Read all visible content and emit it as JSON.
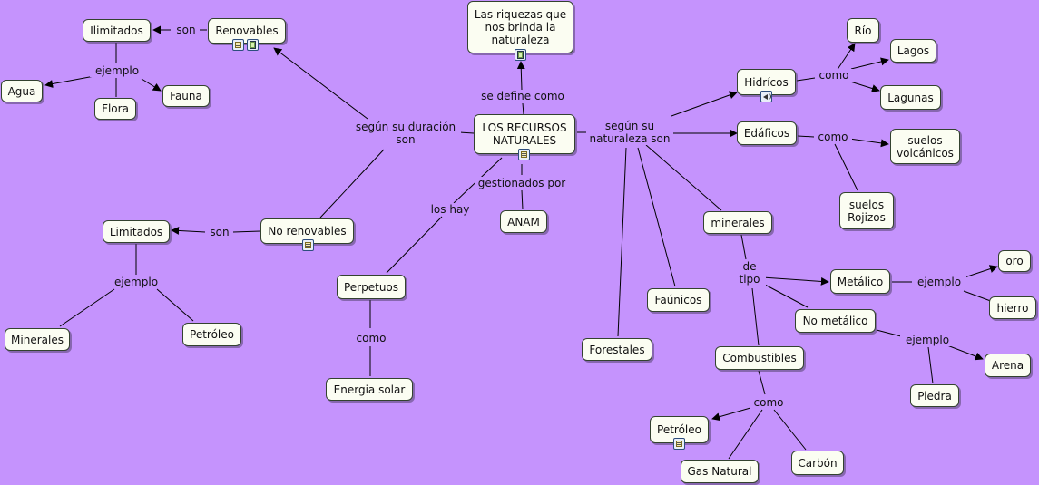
{
  "nodes": {
    "riquezas": "Las riquezas que\nnos brinda la\nnaturaleza",
    "recursos": "LOS RECURSOS\nNATURALES",
    "anam": "ANAM",
    "renovables": "Renovables",
    "ilimitados": "Ilimitados",
    "agua": "Agua",
    "flora": "Flora",
    "fauna": "Fauna",
    "no_renovables": "No renovables",
    "limitados": "Limitados",
    "minerales_l": "Minerales",
    "petroleo_l": "Petróleo",
    "perpetuos": "Perpetuos",
    "energia_solar": "Energia solar",
    "hidricos": "Hidrícos",
    "rio": "Río",
    "lagos": "Lagos",
    "lagunas": "Lagunas",
    "edaficos": "Edáficos",
    "suelos_volcanicos": "suelos\nvolcánicos",
    "suelos_rojizos": "suelos\nRojizos",
    "minerales_r": "minerales",
    "forestales": "Forestales",
    "faunicos": "Faúnicos",
    "metalico": "Metálico",
    "oro": "oro",
    "hierro": "hierro",
    "no_metalico": "No metálico",
    "arena": "Arena",
    "piedra": "Piedra",
    "combustibles": "Combustibles",
    "petroleo_r": "Petróleo",
    "gas_natural": "Gas Natural",
    "carbon": "Carbón"
  },
  "labels": {
    "se_define_como": "se define como",
    "gestionados_por": "gestionados por",
    "segun_duracion": "según su duración\nson",
    "son_renov": "son",
    "ejemplo_renov": "ejemplo",
    "son_no_renov": "son",
    "ejemplo_limit": "ejemplo",
    "los_hay": "los hay",
    "como_perp": "como",
    "segun_naturaleza": "según su\nnaturaleza son",
    "como_hidr": "como",
    "como_edaf": "como",
    "de_tipo": "de\ntipo",
    "ejemplo_metal": "ejemplo",
    "ejemplo_nometal": "ejemplo",
    "como_comb": "como"
  },
  "icons": [
    "doc-icon",
    "film-icon",
    "sound-icon"
  ]
}
